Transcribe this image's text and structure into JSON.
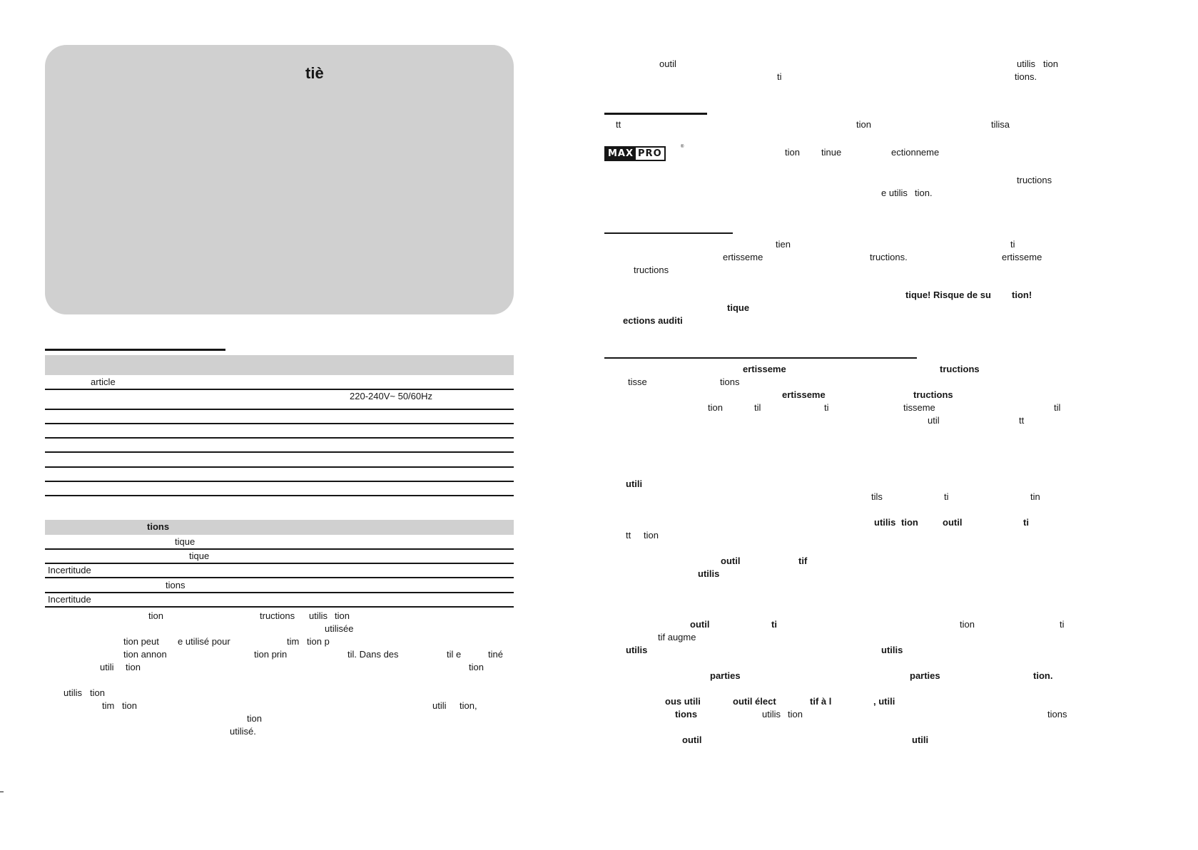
{
  "left_page": {
    "notice_box": {
      "title": "tiè"
    },
    "spec_table": {
      "row_1_label": "article",
      "row_2_value": "220-240V~ 50/60Hz"
    },
    "measurement_table": {
      "header": "tions",
      "rows": [
        "tique",
        "tique",
        "Incertitude",
        "tions",
        "Incertitude"
      ]
    },
    "body_lines": [
      [
        "tion",
        "tructions",
        "utilis",
        "tion"
      ],
      [
        "utilisée"
      ],
      [
        "tion peut",
        "e utilisé pour",
        "tim",
        "tion p"
      ],
      [
        "tion annon",
        "tion prin",
        "til. Dans des",
        "til e",
        "tiné"
      ],
      [
        "utili",
        "tion",
        "tion"
      ],
      [
        "utilis",
        "tion"
      ],
      [
        "tim",
        "tion",
        "utili",
        "tion,"
      ],
      [
        "tion"
      ],
      [
        "utilisé."
      ]
    ]
  },
  "right_page": {
    "intro_lines": [
      [
        "outil",
        "utilis",
        "tion"
      ],
      [
        "ti",
        "tions."
      ]
    ],
    "brand_logo": {
      "part_1": "MAX",
      "part_2": "PRO",
      "mark": "®"
    },
    "section_1_lines": [
      [
        "tt",
        "tion",
        "tilisa"
      ],
      [
        "tion",
        "tinue",
        "ectionneme"
      ],
      [
        "tructions"
      ],
      [
        "e utilis",
        "tion."
      ]
    ],
    "section_2_lines": [
      [
        "tien",
        "ti"
      ],
      [
        "ertisseme",
        "tructions.",
        "ertisseme"
      ],
      [
        "tructions"
      ],
      [
        "tique! Risque de su",
        "tion!"
      ],
      [
        "tique"
      ],
      [
        "ections auditi"
      ]
    ],
    "section_3_lines": [
      [
        "ertisseme",
        "tructions"
      ],
      [
        "tisse",
        "tions"
      ],
      [
        "ertisseme",
        "tructions"
      ],
      [
        "tion",
        "til",
        "ti",
        "tisseme",
        "til"
      ],
      [
        "util",
        "tt"
      ],
      [
        "utili"
      ],
      [
        "tils",
        "ti",
        "tin"
      ],
      [
        "utilis",
        "tion",
        "outil",
        "ti"
      ],
      [
        "tt",
        "tion"
      ],
      [
        "outil",
        "tif"
      ],
      [
        "utilis"
      ],
      [
        "outil",
        "ti",
        "tion",
        "ti"
      ],
      [
        "tif augme"
      ],
      [
        "utilis",
        "utilis"
      ],
      [
        "parties",
        "parties",
        "tion."
      ],
      [
        "ous utili",
        "outil élect",
        "tif à l",
        ", utili"
      ],
      [
        "tions",
        "utilis",
        "tion",
        "tions"
      ],
      [
        "outil",
        "utili"
      ]
    ]
  }
}
